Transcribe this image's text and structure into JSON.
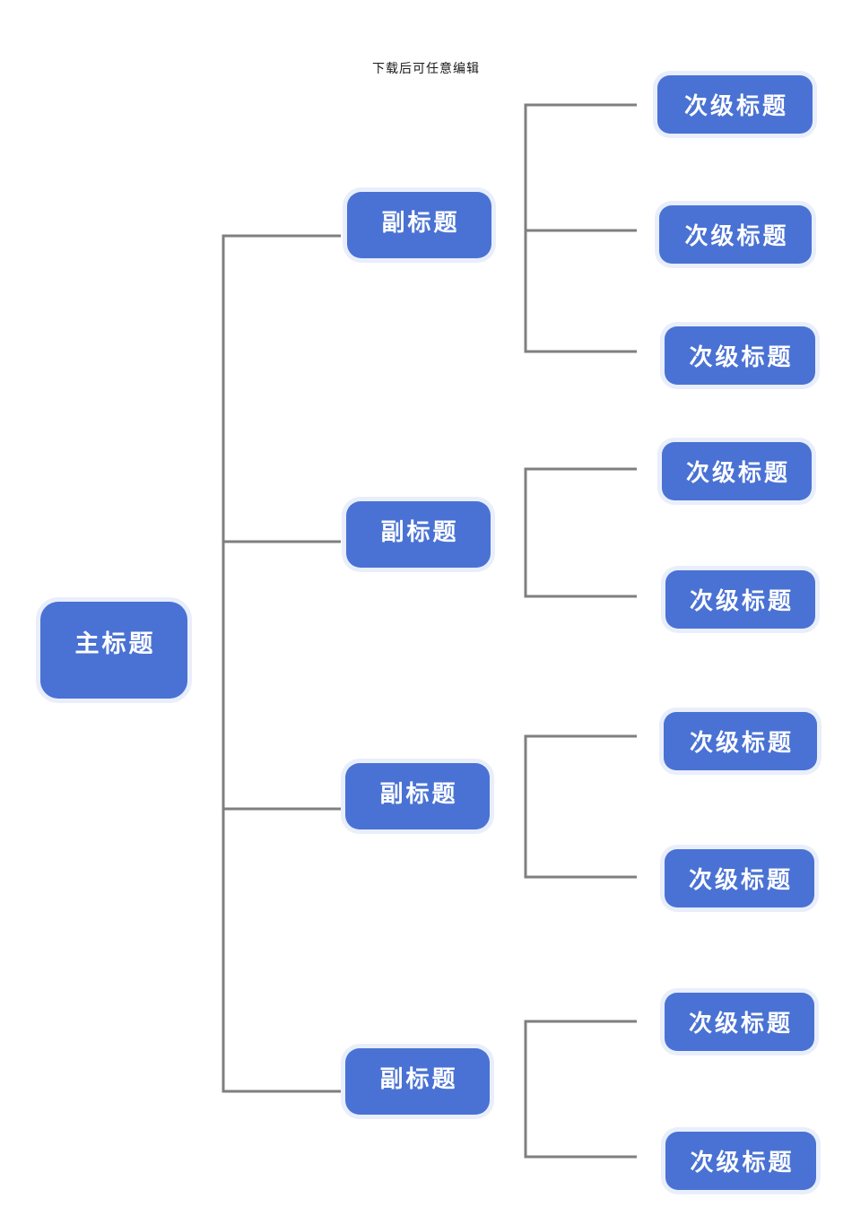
{
  "page": {
    "watermark": "下载后可任意编辑"
  },
  "colors": {
    "page_bg": "#FFFFFF",
    "node_fill": "#4A72D4",
    "node_text": "#FFFFFF",
    "node_halo": "#E9EEFB",
    "connector": "#7F7F7F"
  },
  "diagram": {
    "type": "tree-mindmap",
    "orientation": "left-to-right",
    "root": {
      "label": "主标题"
    },
    "branches": [
      {
        "label": "副标题",
        "children": [
          {
            "label": "次级标题"
          },
          {
            "label": "次级标题"
          },
          {
            "label": "次级标题"
          }
        ]
      },
      {
        "label": "副标题",
        "children": [
          {
            "label": "次级标题"
          },
          {
            "label": "次级标题"
          }
        ]
      },
      {
        "label": "副标题",
        "children": [
          {
            "label": "次级标题"
          },
          {
            "label": "次级标题"
          }
        ]
      },
      {
        "label": "副标题",
        "children": [
          {
            "label": "次级标题"
          },
          {
            "label": "次级标题"
          }
        ]
      }
    ]
  }
}
